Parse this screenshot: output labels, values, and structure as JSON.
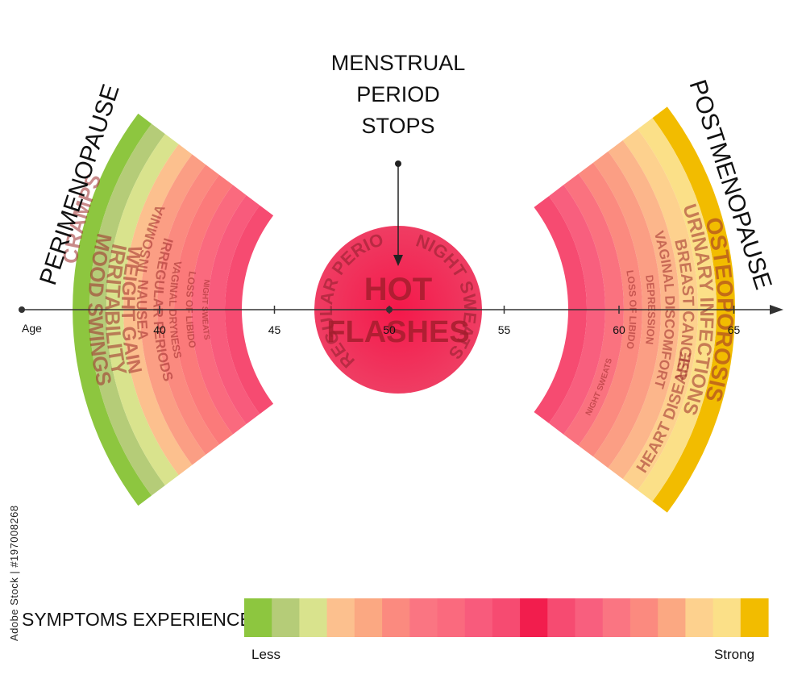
{
  "title_lines": [
    "MENSTRUAL",
    "PERIOD",
    "STOPS"
  ],
  "left_phase": "PERIMENOPAUSE",
  "right_phase": "POSTMENOPAUSE",
  "center": {
    "line1": "HOT",
    "line2": "FLASHES",
    "left_arc": "IRREGULAR PERIODS",
    "right_arc": "NIGHT SWEATS",
    "color": "#ee2a55"
  },
  "axis": {
    "start_label": "Age",
    "ticks": [
      {
        "label": "40",
        "value": 40
      },
      {
        "label": "45",
        "value": 45
      },
      {
        "label": "50",
        "value": 50
      },
      {
        "label": "55",
        "value": 55
      },
      {
        "label": "60",
        "value": 60
      },
      {
        "label": "65",
        "value": 65
      }
    ]
  },
  "left_bands": [
    {
      "color": "#8dc63f",
      "top": "MOOD SWINGS",
      "bottom": "CRAMPS"
    },
    {
      "color": "#b5cc78",
      "top": "IRRITABILITY",
      "bottom": ""
    },
    {
      "color": "#d9e38d",
      "top": "WEIGHT GAIN",
      "bottom": ""
    },
    {
      "color": "#fcc08e",
      "top": "NAUSEA",
      "bottom": ""
    },
    {
      "color": "#fb9e84",
      "top": "IRREGULAR PERIODS",
      "bottom": "INSOMNIA"
    },
    {
      "color": "#fb8a7f",
      "top": "VAGINAL DRYNESS",
      "bottom": ""
    },
    {
      "color": "#fb7a7a",
      "top": "LOSS OF LIBIDO",
      "bottom": ""
    },
    {
      "color": "#fa6a7e",
      "top": "NIGHT SWEATS",
      "bottom": ""
    },
    {
      "color": "#f85b7c",
      "top": "",
      "bottom": ""
    },
    {
      "color": "#f64b71",
      "top": "",
      "bottom": ""
    }
  ],
  "right_bands": [
    {
      "color": "#f2bc00",
      "top": "OSTEOPOROSIS",
      "bottom": ""
    },
    {
      "color": "#fbe088",
      "top": "URINARY INFECTIONS",
      "bottom": ""
    },
    {
      "color": "#fdd18e",
      "top": "BREAST CANCER",
      "bottom": "HEART DISEASE"
    },
    {
      "color": "#fcb68b",
      "top": "VAGINAL DISCOMFORT",
      "bottom": ""
    },
    {
      "color": "#fb9e84",
      "top": "DEPRESSION",
      "bottom": ""
    },
    {
      "color": "#fb8a7f",
      "top": "LOSS OF LIBIDO",
      "bottom": ""
    },
    {
      "color": "#fa727f",
      "top": "",
      "bottom": "NIGHT SWEATS"
    },
    {
      "color": "#f85f7e",
      "top": "",
      "bottom": ""
    },
    {
      "color": "#f64b71",
      "top": "",
      "bottom": ""
    }
  ],
  "legend": {
    "title": "SYMPTOMS EXPERIENCE",
    "less": "Less",
    "strong": "Strong",
    "colors": [
      "#8dc63f",
      "#b5cc78",
      "#d9e38d",
      "#fcc08e",
      "#fba882",
      "#fb8a7f",
      "#fa7582",
      "#fa6a7e",
      "#f85b7c",
      "#f64b71",
      "#f21d4d",
      "#f64b71",
      "#f85f7e",
      "#fa7582",
      "#fb8a7f",
      "#fba882",
      "#fdd18e",
      "#fbe088",
      "#f2bc00"
    ]
  },
  "stock_id": "Adobe Stock | #197008268"
}
